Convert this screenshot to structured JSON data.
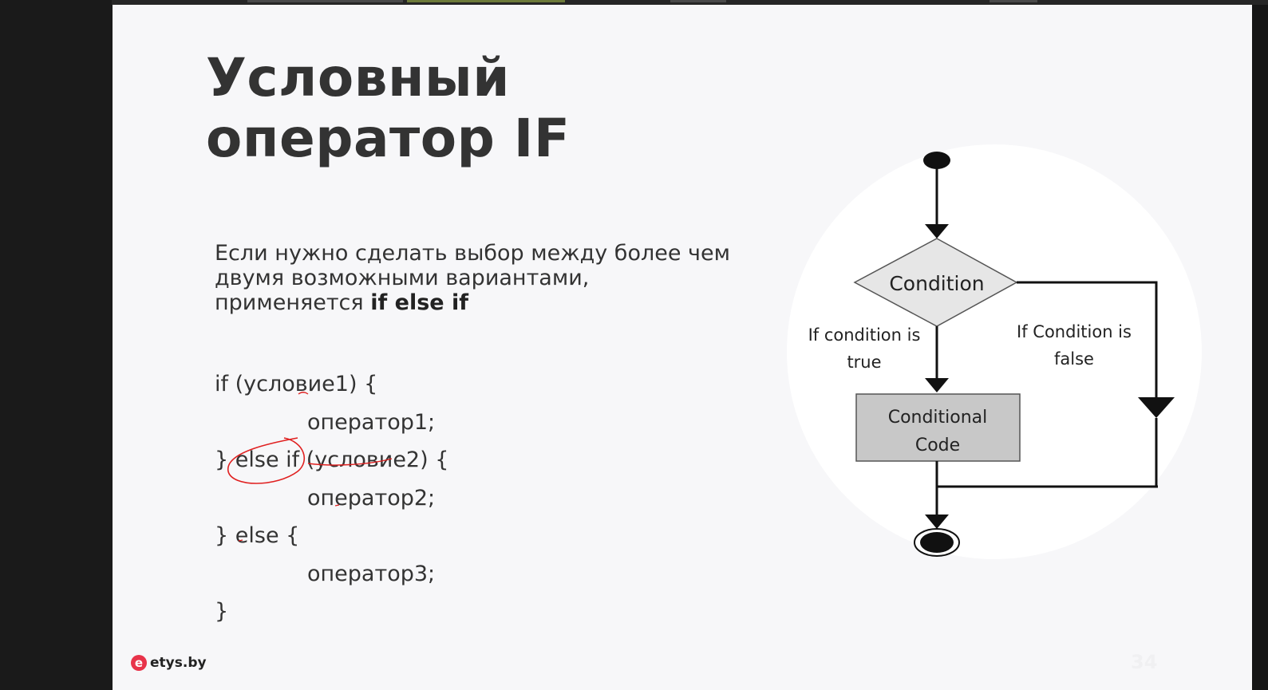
{
  "slide": {
    "title_line1": "Условный",
    "title_line2": "оператор IF",
    "intro": {
      "line1": "Если нужно сделать выбор между более чем",
      "line2": "двумя возможными вариантами,",
      "line3_prefix": "применяется ",
      "line3_keyword": "if else if"
    },
    "code_lines": [
      "if (условие1) {",
      "оператор1;",
      "} else if (условие2) {",
      "оператор2;",
      "} else {",
      "оператор3;",
      "}"
    ],
    "page_number": "34"
  },
  "flowchart": {
    "condition_label": "Condition",
    "true_label_line1": "If condition is",
    "true_label_line2": "true",
    "false_label_line1": "If Condition is",
    "false_label_line2": "false",
    "code_label_line1": "Conditional",
    "code_label_line2": "Code"
  },
  "logo": {
    "mark": "e",
    "text": "etys.by"
  },
  "colors": {
    "slide_background": "#f7f7f9",
    "text": "#333333",
    "annotation_red": "#e02020",
    "diamond_fill": "#e6e6e6",
    "box_fill": "#c8c8c8",
    "logo_red": "#e8334a"
  }
}
